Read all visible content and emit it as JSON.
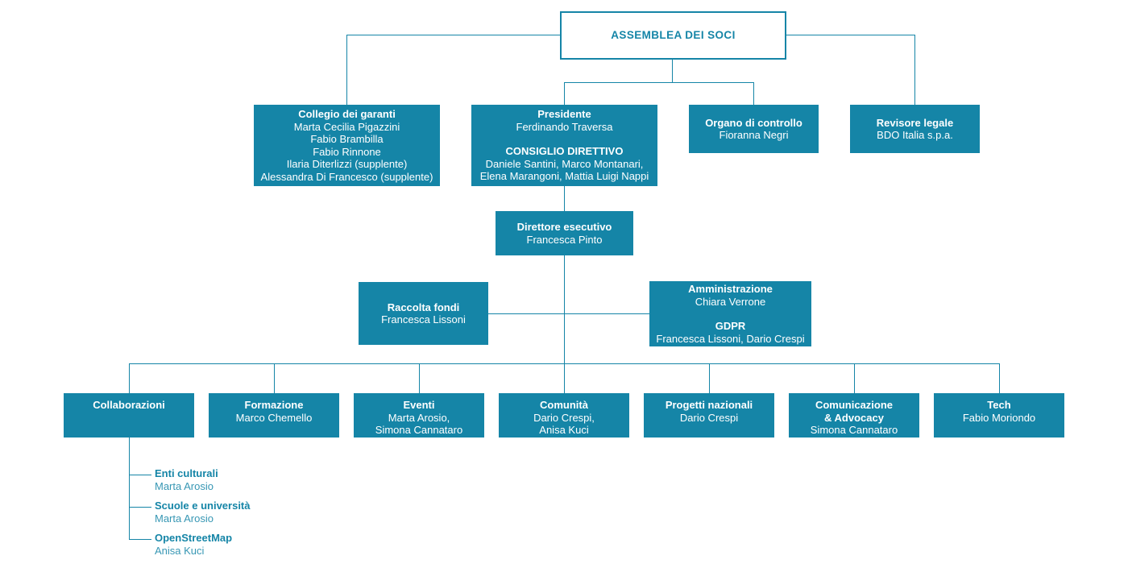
{
  "palette": {
    "teal": "#1585a7",
    "box_text": "#ffffff",
    "background": "#ffffff"
  },
  "chart": {
    "assemblea": {
      "title": "ASSEMBLEA DEI SOCI"
    },
    "collegio": {
      "title": "Collegio dei garanti",
      "members": [
        "Marta Cecilia Pigazzini",
        "Fabio Brambilla",
        "Fabio Rinnone",
        "Ilaria Diterlizzi (supplente)",
        "Alessandra Di Francesco (supplente)"
      ]
    },
    "presidenza": {
      "title": "Presidente",
      "name": "Ferdinando Traversa",
      "section_title": "CONSIGLIO DIRETTIVO",
      "section_members": [
        "Daniele Santini, Marco Montanari,",
        "Elena Marangoni, Mattia Luigi Nappi"
      ]
    },
    "organo_controllo": {
      "title": "Organo di controllo",
      "name": "Fioranna Negri"
    },
    "revisore_legale": {
      "title": "Revisore legale",
      "name": "BDO Italia s.p.a."
    },
    "direttore": {
      "title": "Direttore esecutivo",
      "name": "Francesca Pinto"
    },
    "raccolta_fondi": {
      "title": "Raccolta fondi",
      "name": "Francesca Lissoni"
    },
    "amministrazione": {
      "title": "Amministrazione",
      "name": "Chiara Verrone",
      "section_title": "GDPR",
      "section_members": [
        "Francesca Lissoni, Dario Crespi"
      ]
    },
    "departments": [
      {
        "title_lines": [
          "Collaborazioni"
        ],
        "names": []
      },
      {
        "title_lines": [
          "Formazione"
        ],
        "names": [
          "Marco Chemello"
        ]
      },
      {
        "title_lines": [
          "Eventi"
        ],
        "names": [
          "Marta Arosio,",
          "Simona Cannataro"
        ]
      },
      {
        "title_lines": [
          "Comunità"
        ],
        "names": [
          "Dario Crespi,",
          "Anisa Kuci"
        ]
      },
      {
        "title_lines": [
          "Progetti nazionali"
        ],
        "names": [
          "Dario Crespi"
        ]
      },
      {
        "title_lines": [
          "Comunicazione",
          "& Advocacy"
        ],
        "names": [
          "Simona Cannataro"
        ]
      },
      {
        "title_lines": [
          "Tech"
        ],
        "names": [
          "Fabio Moriondo"
        ]
      }
    ],
    "collaborazioni_items": [
      {
        "title": "Enti culturali",
        "name": "Marta Arosio"
      },
      {
        "title": "Scuole e università",
        "name": "Marta Arosio"
      },
      {
        "title": "OpenStreetMap",
        "name": "Anisa Kuci"
      }
    ]
  }
}
